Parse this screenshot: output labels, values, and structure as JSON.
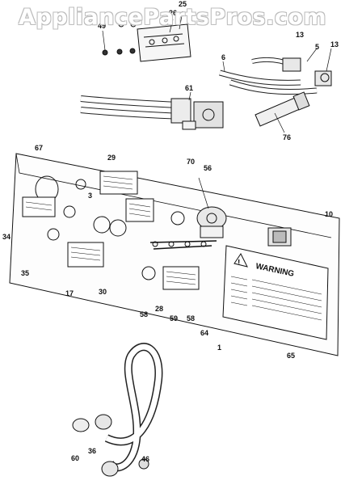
{
  "watermark": "AppliancePartsPros.com",
  "warning_label": "WARNING",
  "callouts": [
    {
      "id": "c25",
      "label": "25"
    },
    {
      "id": "c26",
      "label": "26"
    },
    {
      "id": "c49",
      "label": "49"
    },
    {
      "id": "c13a",
      "label": "13"
    },
    {
      "id": "c13b",
      "label": "13"
    },
    {
      "id": "c5",
      "label": "5"
    },
    {
      "id": "c6",
      "label": "6"
    },
    {
      "id": "c61",
      "label": "61"
    },
    {
      "id": "c76",
      "label": "76"
    },
    {
      "id": "c67",
      "label": "67"
    },
    {
      "id": "c29",
      "label": "29"
    },
    {
      "id": "c70",
      "label": "70"
    },
    {
      "id": "c56",
      "label": "56"
    },
    {
      "id": "c3",
      "label": "3"
    },
    {
      "id": "c10",
      "label": "10"
    },
    {
      "id": "c34",
      "label": "34"
    },
    {
      "id": "c35",
      "label": "35"
    },
    {
      "id": "c17",
      "label": "17"
    },
    {
      "id": "c30",
      "label": "30"
    },
    {
      "id": "c58a",
      "label": "58"
    },
    {
      "id": "c28",
      "label": "28"
    },
    {
      "id": "c59",
      "label": "59"
    },
    {
      "id": "c58b",
      "label": "58"
    },
    {
      "id": "c64",
      "label": "64"
    },
    {
      "id": "c1",
      "label": "1"
    },
    {
      "id": "c65",
      "label": "65"
    },
    {
      "id": "c36",
      "label": "36"
    },
    {
      "id": "c60",
      "label": "60"
    },
    {
      "id": "c46",
      "label": "46"
    }
  ]
}
